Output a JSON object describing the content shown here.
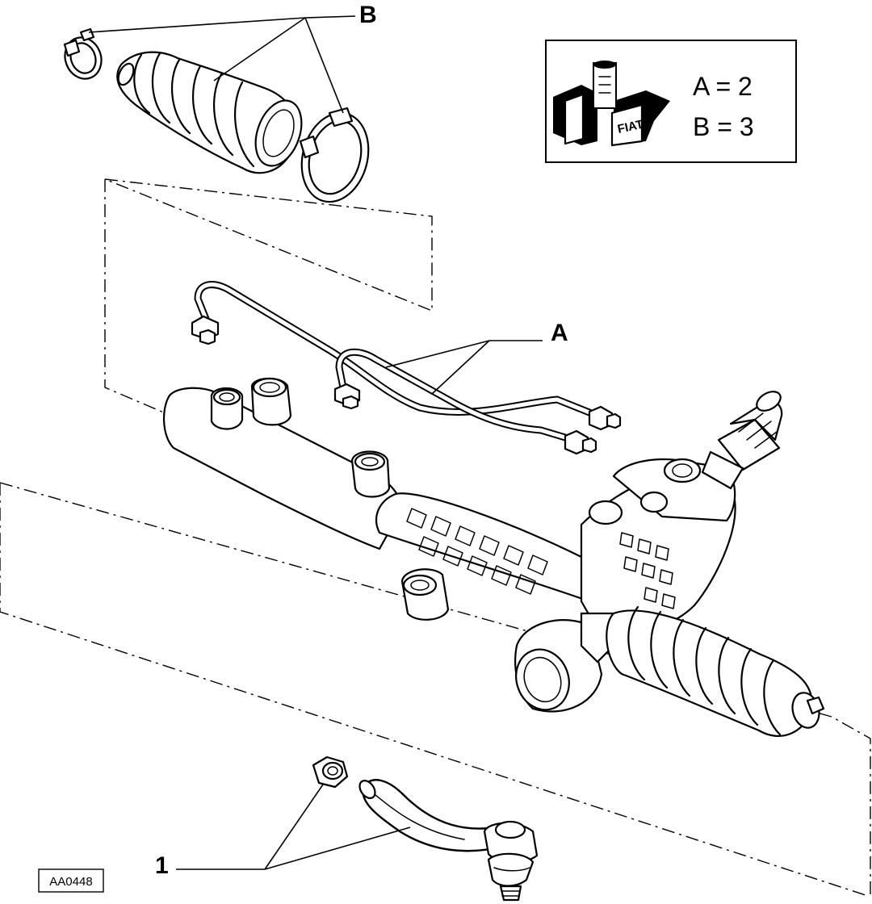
{
  "diagram": {
    "callouts": {
      "a": "A",
      "b": "B",
      "one": "1"
    },
    "kit_box": {
      "line_a": "A = 2",
      "line_b": "B = 3",
      "logo_text": "FIAT"
    },
    "reference_code": "AA0448"
  }
}
